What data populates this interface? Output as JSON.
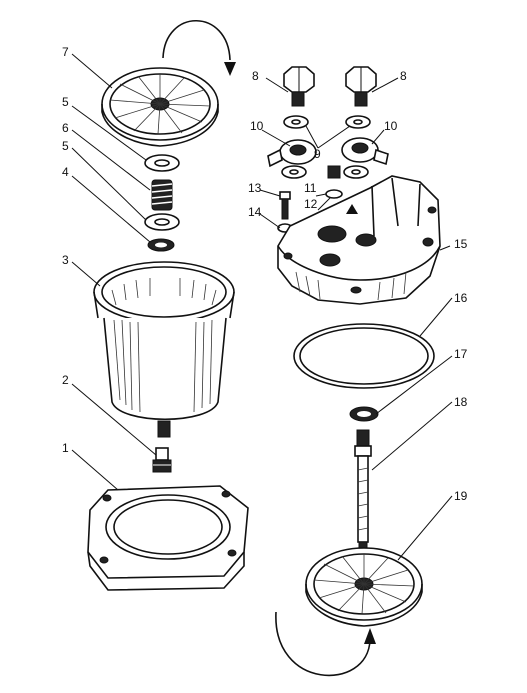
{
  "labels": {
    "l1": "1",
    "l2": "2",
    "l3": "3",
    "l4": "4",
    "l5a": "5",
    "l5b": "5",
    "l6": "6",
    "l7": "7",
    "l8a": "8",
    "l8b": "8",
    "l9": "9",
    "l10a": "10",
    "l10b": "10",
    "l11": "11",
    "l12": "12",
    "l13": "13",
    "l14": "14",
    "l15": "15",
    "l16": "16",
    "l17": "17",
    "l18": "18",
    "l19": "19"
  }
}
